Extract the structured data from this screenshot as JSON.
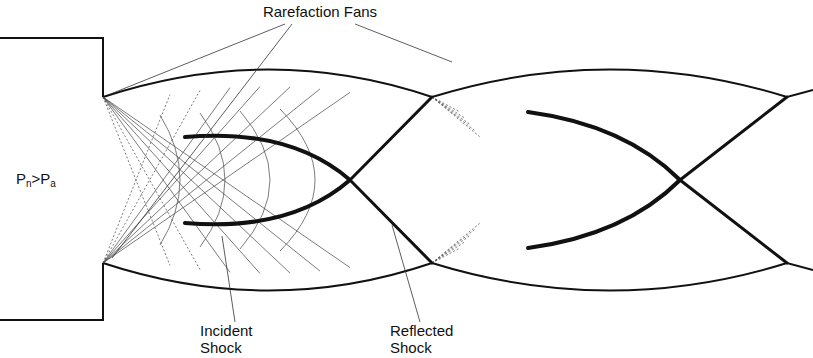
{
  "diagram": {
    "labels": [
      "Rarefaction Fans",
      "Pn>Pa",
      "Incident Shock",
      "Reflected Shock"
    ]
  }
}
